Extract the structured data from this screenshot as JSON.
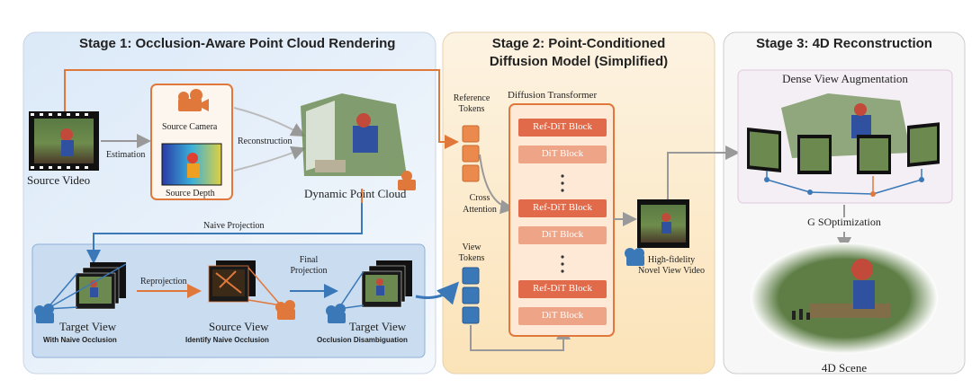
{
  "stage1": {
    "title": "Stage 1:  Occlusion-Aware Point Cloud Rendering",
    "source_video": "Source Video",
    "estimation": "Estimation",
    "source_camera": "Source Camera",
    "source_depth": "Source Depth",
    "reconstruction": "Reconstruction",
    "dynamic_point_cloud": "Dynamic Point Cloud",
    "naive_projection": "Naive Projection",
    "target_view_1": "Target View",
    "target_view_1_sub": "With Naive Occlusion",
    "reprojection": "Reprojection",
    "source_view": "Source View",
    "source_view_sub": "Identify Naive Occlusion",
    "final_projection": "Final\nProjection",
    "target_view_2": "Target View",
    "target_view_2_sub": "Occlusion Disambiguation"
  },
  "stage2": {
    "title_line1": "Stage 2:  Point-Conditioned",
    "title_line2": "Diffusion Model (Simplified)",
    "reference_tokens": "Reference\nTokens",
    "cross_attention": "Cross\nAttention",
    "view_tokens": "View\nTokens",
    "diffusion_transformer": "Diffusion Transformer",
    "blocks": [
      "Ref-DiT Block",
      "DiT Block",
      "Ref-DiT Block",
      "DiT Block",
      "Ref-DiT Block",
      "DiT Block"
    ],
    "output_video": "High-fidelity\nNovel View Video"
  },
  "stage3": {
    "title": "Stage 3:  4D Reconstruction",
    "dense_view": "Dense View Augmentation",
    "gs_optimization": "G SOptimization",
    "scene": "4D Scene"
  },
  "colors": {
    "stage1_bg": "#e8f1fb",
    "stage2_bg": "#fdf0d8",
    "stage3_bg": "#f6f6f6",
    "orange": "#e0783c",
    "blue": "#3a78b8",
    "ref_block": "#e06a4a",
    "dit_block": "#eea486"
  }
}
